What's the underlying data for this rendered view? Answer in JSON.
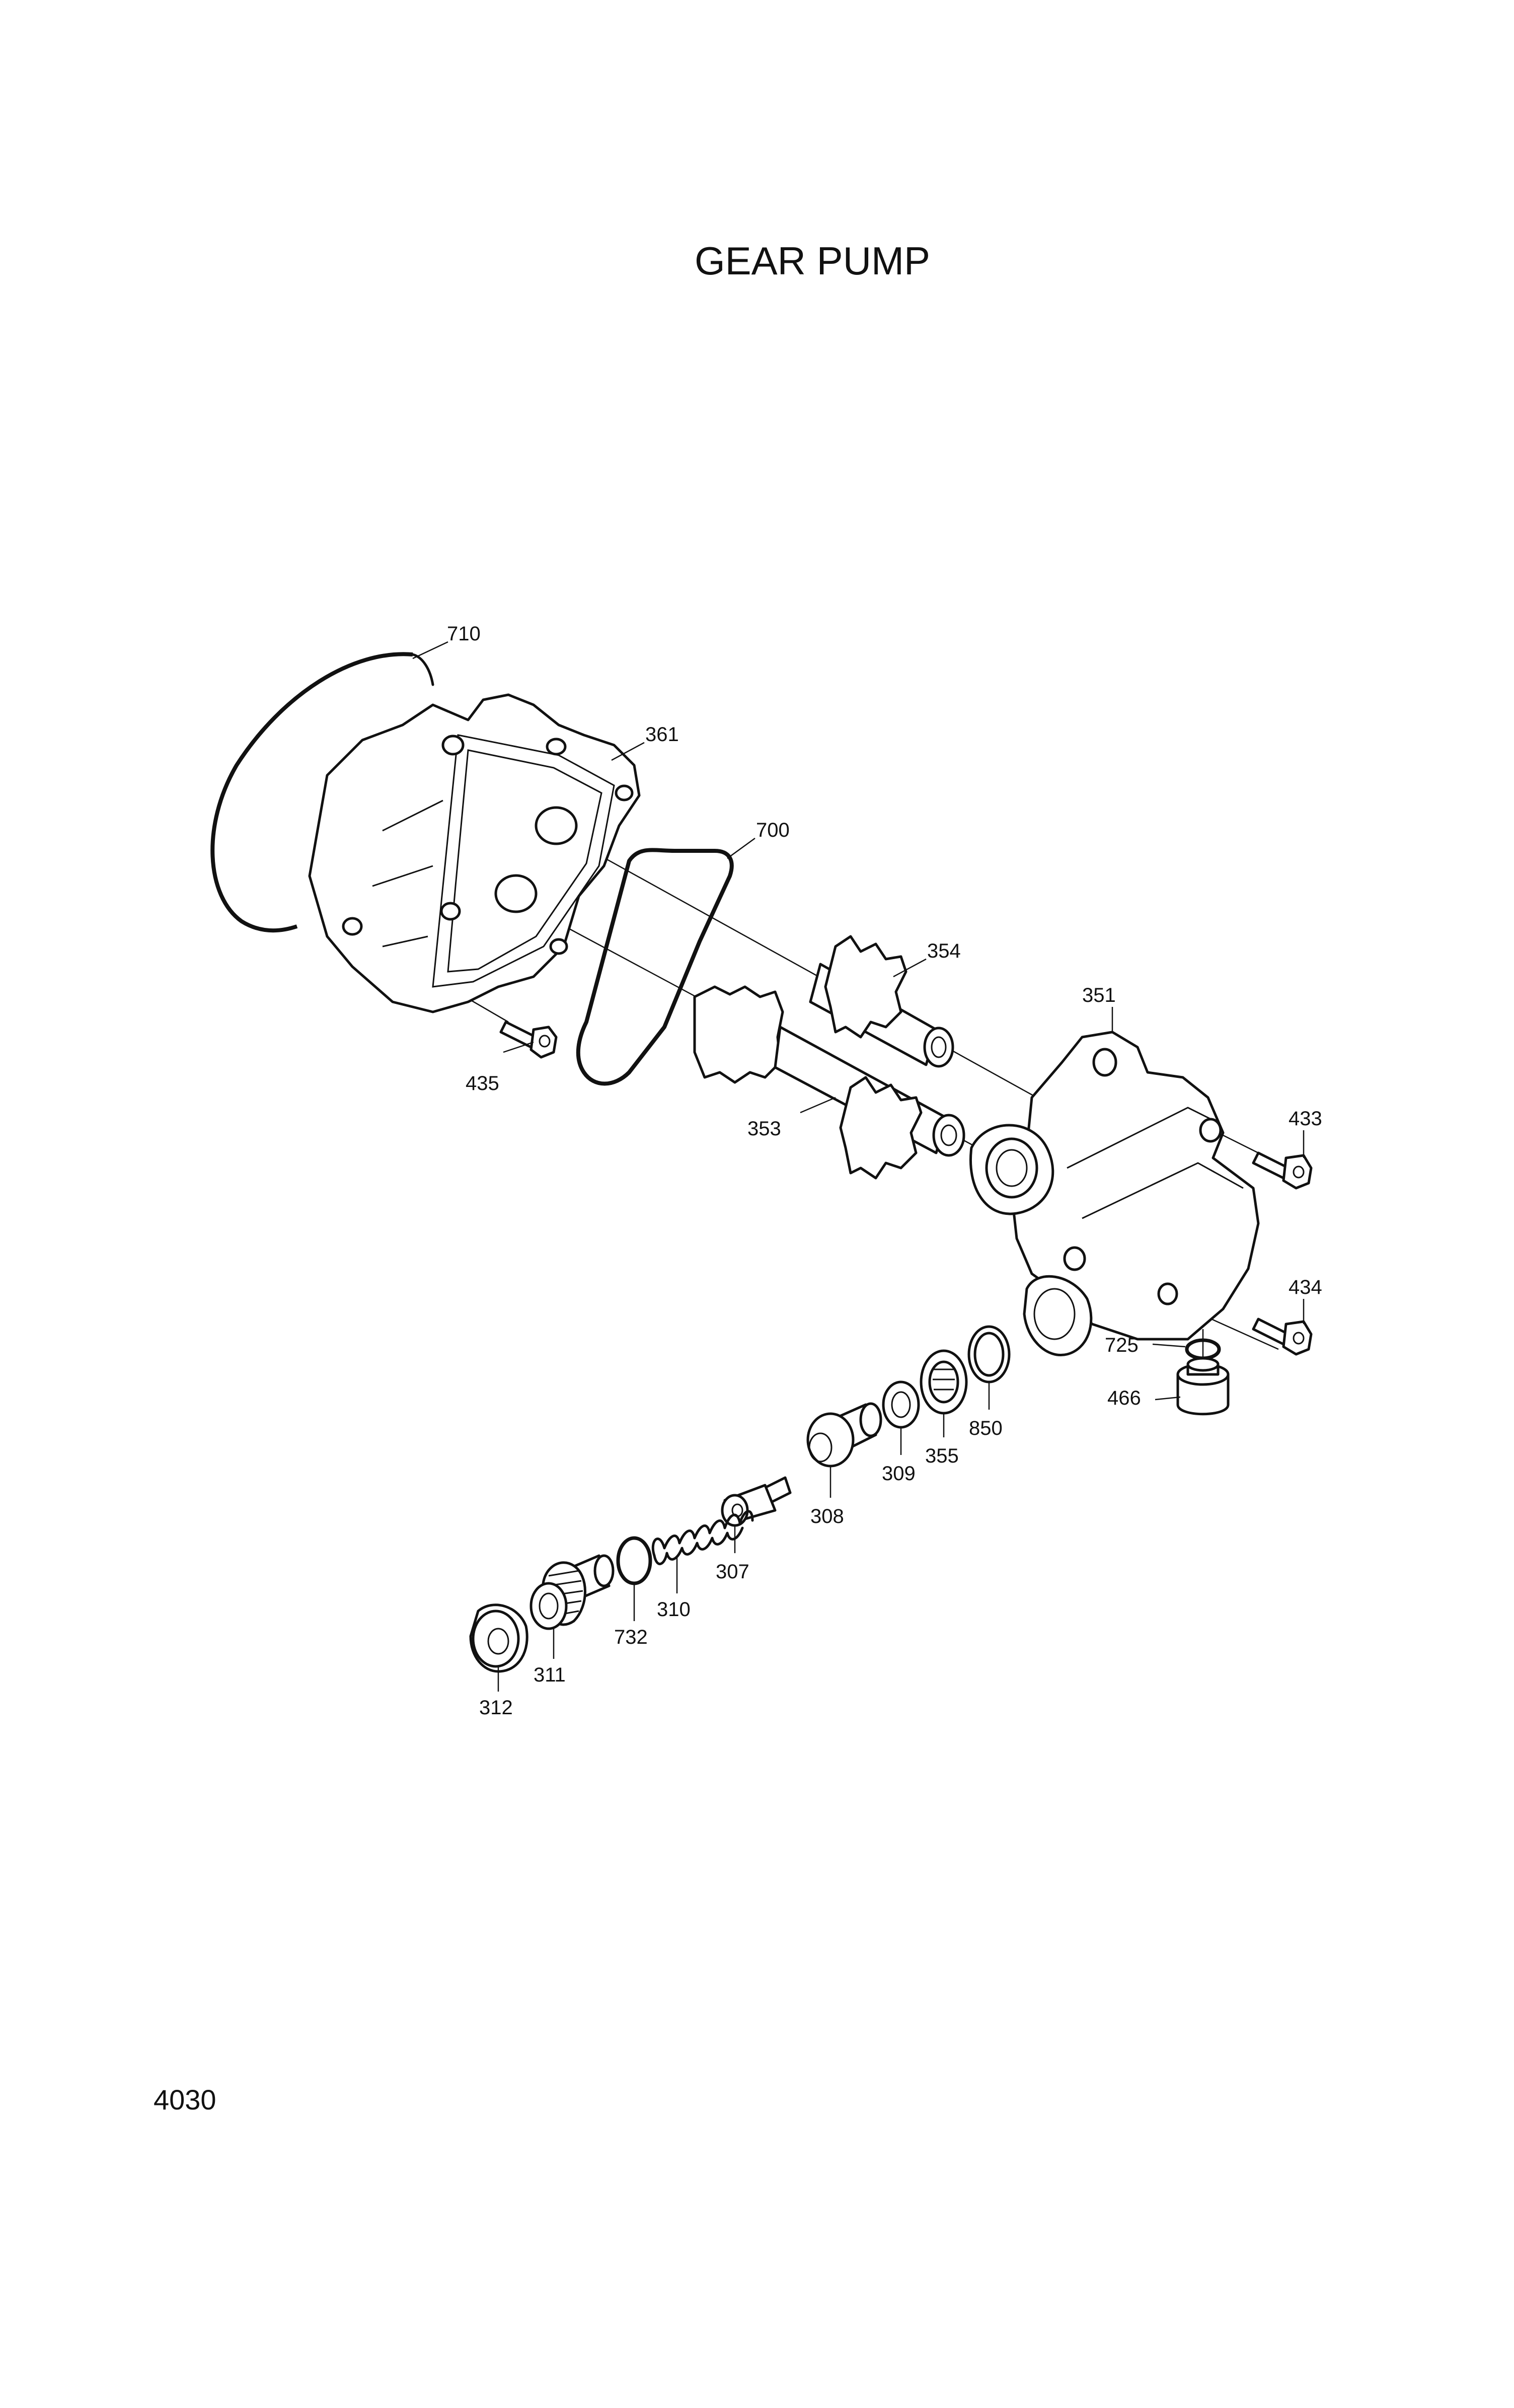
{
  "title": "GEAR PUMP",
  "page_number": "4030",
  "callouts": [
    {
      "id": "710",
      "label": "710"
    },
    {
      "id": "361",
      "label": "361"
    },
    {
      "id": "700",
      "label": "700"
    },
    {
      "id": "354",
      "label": "354"
    },
    {
      "id": "351",
      "label": "351"
    },
    {
      "id": "435",
      "label": "435"
    },
    {
      "id": "353",
      "label": "353"
    },
    {
      "id": "433",
      "label": "433"
    },
    {
      "id": "434",
      "label": "434"
    },
    {
      "id": "725",
      "label": "725"
    },
    {
      "id": "466",
      "label": "466"
    },
    {
      "id": "850",
      "label": "850"
    },
    {
      "id": "355",
      "label": "355"
    },
    {
      "id": "309",
      "label": "309"
    },
    {
      "id": "308",
      "label": "308"
    },
    {
      "id": "307",
      "label": "307"
    },
    {
      "id": "310",
      "label": "310"
    },
    {
      "id": "732",
      "label": "732"
    },
    {
      "id": "311",
      "label": "311"
    },
    {
      "id": "312",
      "label": "312"
    }
  ]
}
